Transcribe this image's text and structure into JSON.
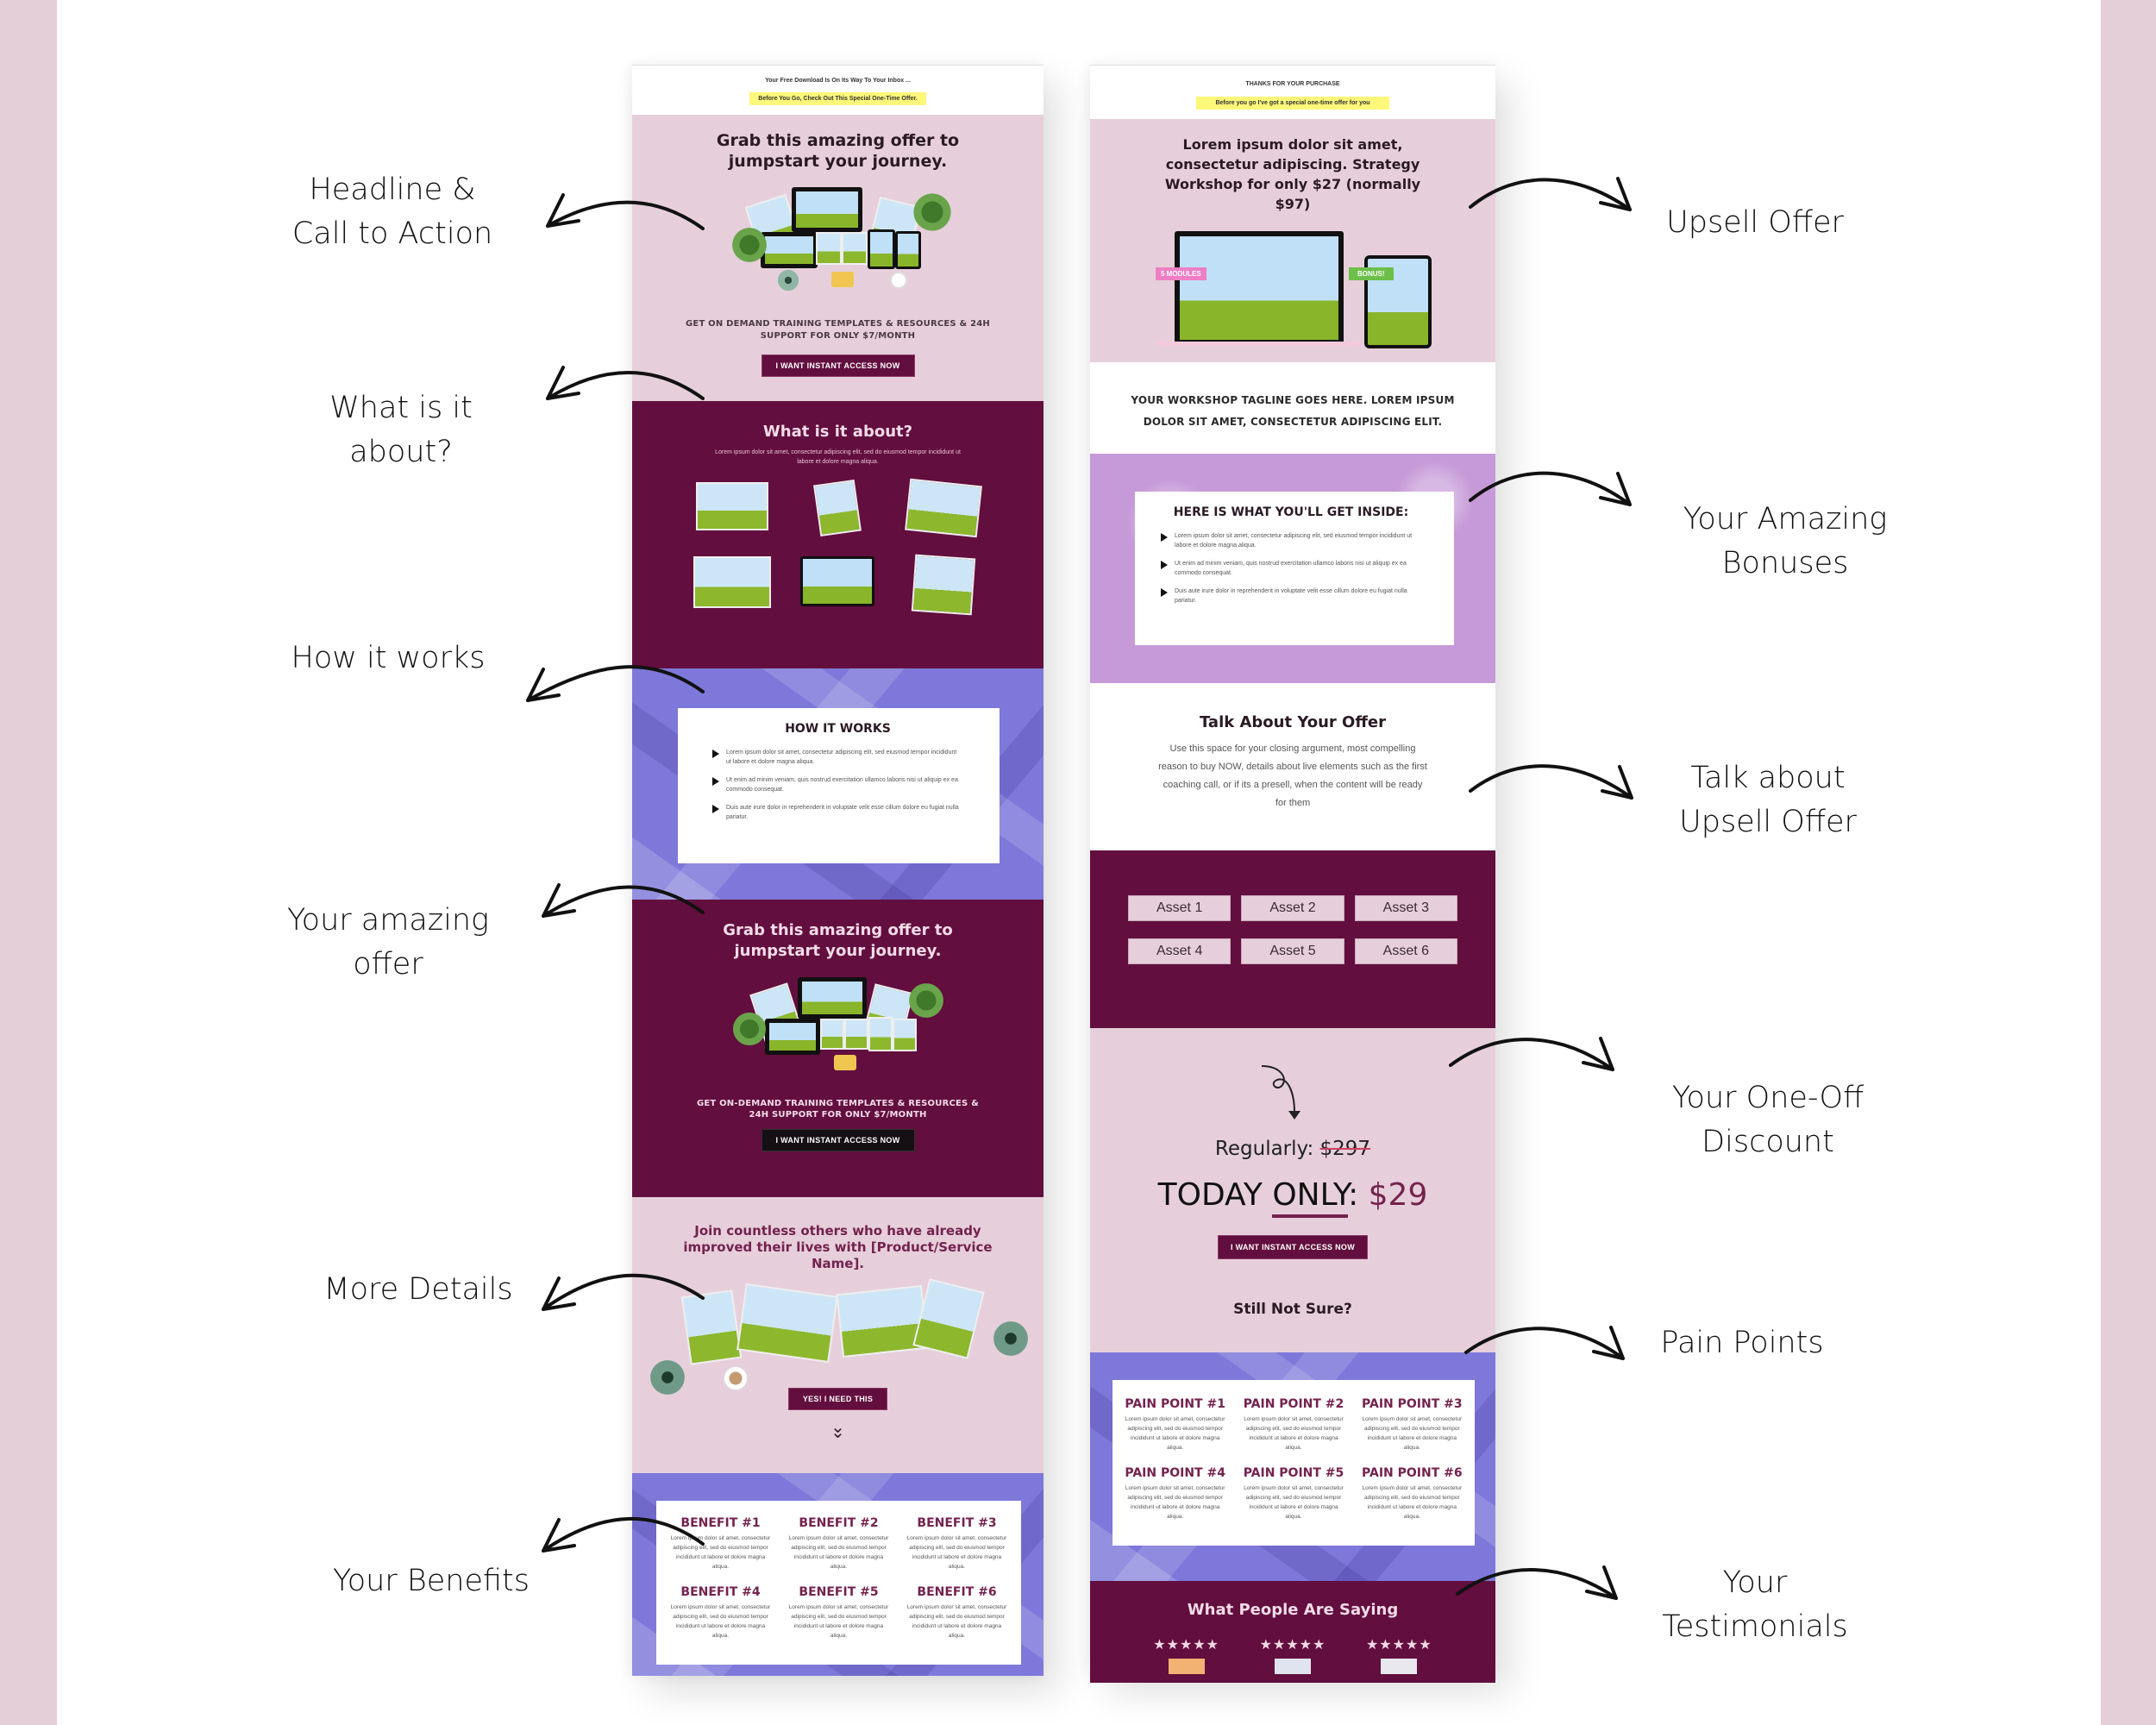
{
  "colors": {
    "border_pink": "#e4ced8",
    "plum": "#620e3e",
    "pink": "#e6cfdb",
    "periwinkle": "#7d78d9",
    "lilac": "#c69ad8",
    "highlight": "#fdf77a",
    "price_accent": "#74224e"
  },
  "annotations_left": [
    {
      "text": "Headline &\nCall to Action"
    },
    {
      "text": "What is it\nabout?"
    },
    {
      "text": "How it works"
    },
    {
      "text": "Your amazing\noffer"
    },
    {
      "text": "More Details"
    },
    {
      "text": "Your Benefits"
    }
  ],
  "annotations_right": [
    {
      "text": "Upsell Offer"
    },
    {
      "text": "Your Amazing\nBonuses"
    },
    {
      "text": "Talk about\nUpsell Offer"
    },
    {
      "text": "Your One-Off\nDiscount"
    },
    {
      "text": "Pain Points"
    },
    {
      "text": "Your\nTestimonials"
    }
  ],
  "left_page": {
    "top_note": "Your Free Download Is On Its Way To Your Inbox ...",
    "top_highlight": "Before You Go, Check Out This Special One-Time Offer.",
    "hero": {
      "headline": "Grab this amazing offer to jumpstart your journey.",
      "caption": "GET ON DEMAND TRAINING TEMPLATES & RESOURCES & 24H SUPPORT FOR ONLY $7/MONTH",
      "button": "I WANT INSTANT ACCESS NOW"
    },
    "about": {
      "title": "What is it about?",
      "text": "Lorem ipsum dolor sit amet, consectetur adipiscing elit, sed do eiusmod tempor incididunt ut labore et dolore magna aliqua."
    },
    "how": {
      "title": "HOW IT WORKS",
      "items": [
        "Lorem ipsum dolor sit amet, consectetur adipiscing elit, sed eiusmod tempor incididunt ut labore et dolore magna aliqua.",
        "Ut enim ad minim veniam, quis nostrud exercitation ullamco laboris nisi ut aliquip ex ea commodo consequat.",
        "Duis aute irure dolor in reprehenderit in voluptate velit esse cillum dolore eu fugiat nulla pariatur."
      ]
    },
    "offer": {
      "headline": "Grab this amazing offer to jumpstart your journey.",
      "caption": "GET ON-DEMAND TRAINING TEMPLATES & RESOURCES & 24H SUPPORT FOR ONLY $7/MONTH",
      "button": "I WANT INSTANT ACCESS NOW"
    },
    "details": {
      "headline": "Join countless others who have already improved their lives with [Product/Service Name].",
      "button": "YES! I NEED THIS"
    },
    "benefits": {
      "items": [
        {
          "title": "BENEFIT #1",
          "text": "Lorem ipsum dolor sit amet, consectetur adipiscing elit, sed do eiusmod tempor incididunt ut labore et dolore magna aliqua."
        },
        {
          "title": "BENEFIT #2",
          "text": "Lorem ipsum dolor sit amet, consectetur adipiscing elit, sed do eiusmod tempor incididunt ut labore et dolore magna aliqua."
        },
        {
          "title": "BENEFIT #3",
          "text": "Lorem ipsum dolor sit amet, consectetur adipiscing elit, sed do eiusmod tempor incididunt ut labore et dolore magna aliqua."
        },
        {
          "title": "BENEFIT #4",
          "text": "Lorem ipsum dolor sit amet, consectetur adipiscing elit, sed do eiusmod tempor incididunt ut labore et dolore magna aliqua."
        },
        {
          "title": "BENEFIT #5",
          "text": "Lorem ipsum dolor sit amet, consectetur adipiscing elit, sed do eiusmod tempor incididunt ut labore et dolore magna aliqua."
        },
        {
          "title": "BENEFIT #6",
          "text": "Lorem ipsum dolor sit amet, consectetur adipiscing elit, sed do eiusmod tempor incididunt ut labore et dolore magna aliqua."
        }
      ]
    }
  },
  "right_page": {
    "top_note": "THANKS FOR YOUR PURCHASE",
    "top_highlight": "Before you go I've got a special one-time offer for you",
    "upsell": {
      "headline": "Lorem ipsum dolor sit amet, consectetur adipiscing. Strategy Workshop for only $27 (normally $97)",
      "tag_modules": "5 MODULES",
      "tag_bonus": "BONUS!"
    },
    "tagline": "YOUR WORKSHOP TAGLINE GOES HERE. LOREM IPSUM DOLOR SIT AMET, CONSECTETUR ADIPISCING ELIT.",
    "bonuses": {
      "title": "HERE IS WHAT YOU'LL GET INSIDE:",
      "items": [
        "Lorem ipsum dolor sit amet, consectetur adipiscing elit, sed eiusmod tempor incididunt ut labore et dolore magna aliqua.",
        "Ut enim ad minim veniam, quis nostrud exercitation ullamco laboris nisi ut aliquip ex ea commodo consequat.",
        "Duis aute irure dolor in reprehenderit in voluptate velit esse cillum dolore eu fugiat nulla pariatur."
      ]
    },
    "talk": {
      "title": "Talk About Your Offer",
      "text": "Use this space for your closing argument, most compelling reason to buy NOW, details about live elements such as the first coaching call, or if its a presell, when the content will be ready for them"
    },
    "assets": [
      "Asset 1",
      "Asset 2",
      "Asset 3",
      "Asset 4",
      "Asset 5",
      "Asset 6"
    ],
    "discount": {
      "regular_label": "Regularly: ",
      "regular_price": "$297",
      "today_label_a": "TODAY ",
      "today_label_b": "ONLY",
      "today_label_c": ": ",
      "today_price": "$29",
      "button": "I WANT INSTANT ACCESS NOW",
      "still_not_sure": "Still Not Sure?"
    },
    "pain_points": [
      {
        "title": "PAIN POINT #1",
        "text": "Lorem ipsum dolor sit amet, consectetur adipiscing elit, sed do eiusmod tempor incididunt ut labore et dolore magna aliqua."
      },
      {
        "title": "PAIN POINT #2",
        "text": "Lorem ipsum dolor sit amet, consectetur adipiscing elit, sed do eiusmod tempor incididunt ut labore et dolore magna aliqua."
      },
      {
        "title": "PAIN POINT #3",
        "text": "Lorem ipsum dolor sit amet, consectetur adipiscing elit, sed do eiusmod tempor incididunt ut labore et dolore magna aliqua."
      },
      {
        "title": "PAIN POINT #4",
        "text": "Lorem ipsum dolor sit amet, consectetur adipiscing elit, sed do eiusmod tempor incididunt ut labore et dolore magna aliqua."
      },
      {
        "title": "PAIN POINT #5",
        "text": "Lorem ipsum dolor sit amet, consectetur adipiscing elit, sed do eiusmod tempor incididunt ut labore et dolore magna aliqua."
      },
      {
        "title": "PAIN POINT #6",
        "text": "Lorem ipsum dolor sit amet, consectetur adipiscing elit, sed do eiusmod tempor incididunt ut labore et dolore magna aliqua."
      }
    ],
    "testimonials": {
      "title": "What People Are Saying",
      "ratings": [
        5,
        5,
        5
      ],
      "stars_glyph": "★★★★★"
    }
  }
}
